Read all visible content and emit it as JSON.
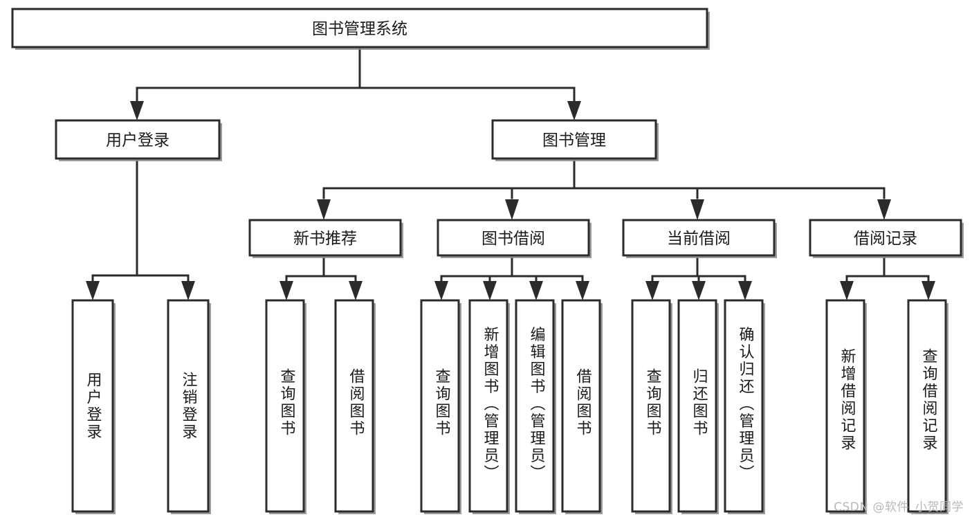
{
  "diagram": {
    "title": "图书管理系统",
    "type": "tree",
    "orientation": "top-down",
    "colors": {
      "box_stroke": "#2b2b2b",
      "box_fill": "#ffffff",
      "connector": "#2b2b2b",
      "background": "#ffffff",
      "watermark": "#b8b8b8"
    },
    "root": {
      "label": "图书管理系统"
    },
    "level2": [
      {
        "label": "用户登录"
      },
      {
        "label": "图书管理"
      }
    ],
    "level3": [
      {
        "label": "新书推荐"
      },
      {
        "label": "图书借阅"
      },
      {
        "label": "当前借阅"
      },
      {
        "label": "借阅记录"
      }
    ],
    "leaves": {
      "user_login": [
        {
          "label": "用户登录"
        },
        {
          "label": "注销登录"
        }
      ],
      "new_book": [
        {
          "label": "查询图书"
        },
        {
          "label": "借阅图书"
        }
      ],
      "book_borrow": [
        {
          "label": "查询图书"
        },
        {
          "label": "新增图书（管理员）"
        },
        {
          "label": "编辑图书（管理员）"
        },
        {
          "label": "借阅图书"
        }
      ],
      "current_borrow": [
        {
          "label": "查询图书"
        },
        {
          "label": "归还图书"
        },
        {
          "label": "确认归还（管理员）"
        }
      ],
      "borrow_record": [
        {
          "label": "新增借阅记录"
        },
        {
          "label": "查询借阅记录"
        }
      ]
    }
  },
  "watermark": {
    "text": "CSDN @软件_小贺同学"
  }
}
